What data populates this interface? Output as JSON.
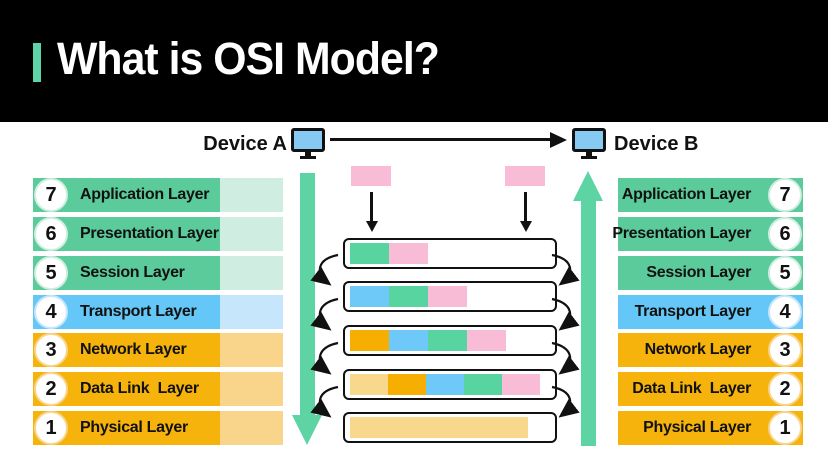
{
  "header": {
    "title": "What is OSI Model?",
    "accent_color": "#5fd3a8",
    "background": "#000000"
  },
  "devices": {
    "left_label": "Device A",
    "right_label": "Device B",
    "monitor_color": "#86caf3"
  },
  "layers_left": [
    {
      "number": "7",
      "label": "Application Layer",
      "color": "#5bcb9b",
      "strip": "#cfeee1"
    },
    {
      "number": "6",
      "label": "Presentation Layer",
      "color": "#5bcb9b",
      "strip": "#cfeee1"
    },
    {
      "number": "5",
      "label": "Session Layer",
      "color": "#5bcb9b",
      "strip": "#cfeee1"
    },
    {
      "number": "4",
      "label": "Transport Layer",
      "color": "#64c7f7",
      "strip": "#c5e6fb"
    },
    {
      "number": "3",
      "label": "Network Layer",
      "color": "#f5b30b",
      "strip": "#f8d58b"
    },
    {
      "number": "2",
      "label": "Data Link  Layer",
      "color": "#f5b30b",
      "strip": "#f8d58b"
    },
    {
      "number": "1",
      "label": "Physical Layer",
      "color": "#f5b30b",
      "strip": "#f8d58b"
    }
  ],
  "layers_right": [
    {
      "number": "7",
      "label": "Application Layer",
      "color": "#5bcb9b",
      "strip": "#cfeee1"
    },
    {
      "number": "6",
      "label": "Presentation Layer",
      "color": "#5bcb9b",
      "strip": "#cfeee1"
    },
    {
      "number": "5",
      "label": "Session Layer",
      "color": "#5bcb9b",
      "strip": "#cfeee1"
    },
    {
      "number": "4",
      "label": "Transport Layer",
      "color": "#64c7f7",
      "strip": "#c5e6fb"
    },
    {
      "number": "3",
      "label": "Network Layer",
      "color": "#f5b30b",
      "strip": "#f8d58b"
    },
    {
      "number": "2",
      "label": "Data Link  Layer",
      "color": "#f5b30b",
      "strip": "#f8d58b"
    },
    {
      "number": "1",
      "label": "Physical Layer",
      "color": "#f5b30b",
      "strip": "#f8d58b"
    }
  ],
  "encapsulation": {
    "data_block_color": "#f9bcd7",
    "send_arrow_color": "#5ed3a3",
    "receive_arrow_color": "#5ed3a3",
    "rows": [
      {
        "segments": [
          {
            "color": "#58d4a0"
          },
          {
            "color": "#f9bcd7"
          }
        ]
      },
      {
        "segments": [
          {
            "color": "#6ec9f8"
          },
          {
            "color": "#58d4a0"
          },
          {
            "color": "#f9bcd7"
          }
        ]
      },
      {
        "segments": [
          {
            "color": "#f6ae00"
          },
          {
            "color": "#6ec9f8"
          },
          {
            "color": "#58d4a0"
          },
          {
            "color": "#f9bcd7"
          }
        ]
      },
      {
        "segments": [
          {
            "color": "#f8d88d"
          },
          {
            "color": "#f6ae00"
          },
          {
            "color": "#6ec9f8"
          },
          {
            "color": "#58d4a0"
          },
          {
            "color": "#f9bcd7"
          }
        ]
      },
      {
        "segments": [
          {
            "color": "#f8d88d"
          }
        ]
      }
    ]
  }
}
